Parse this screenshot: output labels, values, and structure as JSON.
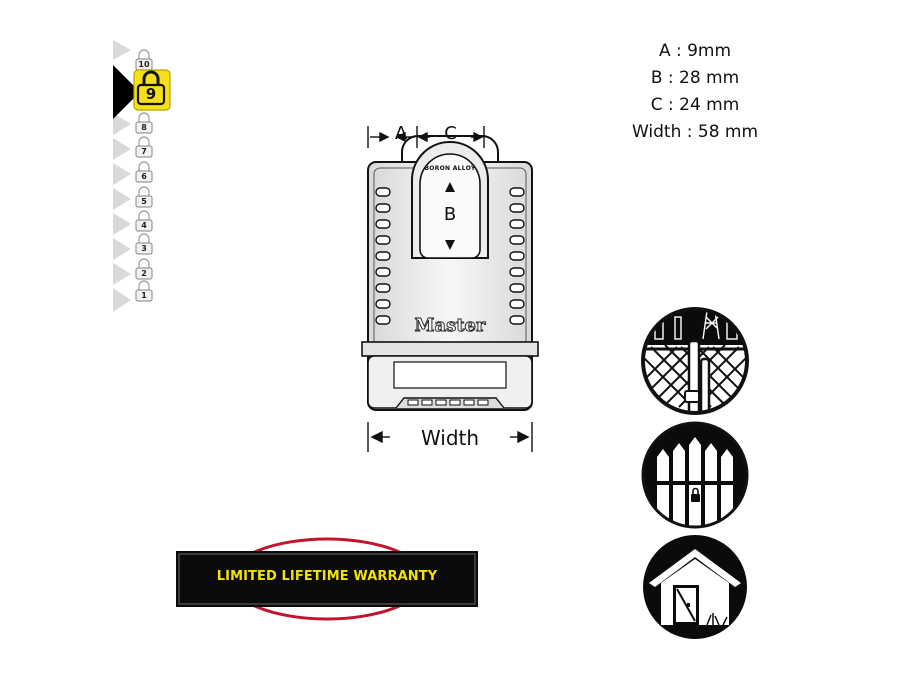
{
  "security_scale": {
    "levels": [
      "10",
      "9",
      "8",
      "7",
      "6",
      "5",
      "4",
      "3",
      "2",
      "1"
    ],
    "selected": "9",
    "accent_color": "#f4df1a"
  },
  "specs": {
    "a": "A : 9mm",
    "b": "B : 28 mm",
    "c": "C : 24 mm",
    "width": "Width : 58 mm"
  },
  "diagram": {
    "label_a": "A",
    "label_c": "C",
    "label_b": "B",
    "label_width": "Width",
    "shackle_text": "BORON ALLOY",
    "brand": "Master"
  },
  "warranty": {
    "text": "LIMITED LIFETIME WARRANTY",
    "text_color": "#f2e205"
  },
  "use_cases": [
    {
      "icon": "chain-link-fence-icon"
    },
    {
      "icon": "wooden-gate-icon"
    },
    {
      "icon": "shed-icon"
    }
  ]
}
